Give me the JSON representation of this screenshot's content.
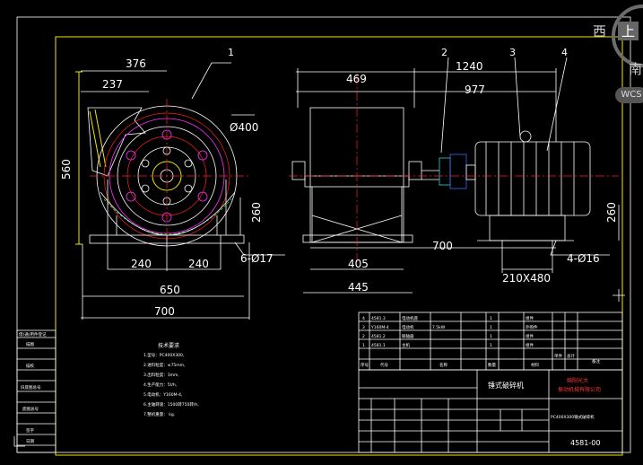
{
  "dimensions": {
    "side_view": {
      "d376": "376",
      "d237": "237",
      "d560": "560",
      "d400": "Ø400",
      "d260": "260",
      "d240a": "240",
      "d240b": "240",
      "d6017": "6-Ø17",
      "d650": "650",
      "d700": "700"
    },
    "front_view": {
      "d469": "469",
      "d1240": "1240",
      "d977": "977",
      "d260": "260",
      "d700": "700",
      "d405": "405",
      "d445": "445",
      "d210x480": "210X480",
      "d4016": "4-Ø16"
    }
  },
  "balloons": [
    "1",
    "2",
    "3",
    "4"
  ],
  "tech_requirements": {
    "title": "技术要求",
    "lines": [
      "1.型号：PC400X300,",
      "2.进料粒度：≤75mm,",
      "3.出料粒度：3mm,",
      "4.生产能力：5t/h,",
      "5.电动机：Y160M-4,",
      "6.主轴转速：1500转750转/h,",
      "7.整机重量：  kg."
    ]
  },
  "bom": [
    {
      "no": "4",
      "code": "4581.3",
      "name": "电动机座",
      "qty": "1",
      "mat": "组件"
    },
    {
      "no": "3",
      "code": "Y160M-4",
      "name": "电动机",
      "spec": "7.5kW",
      "qty": "1",
      "mat": "外购件"
    },
    {
      "no": "2",
      "code": "4581.2",
      "name": "联轴器",
      "qty": "1",
      "mat": "组件"
    },
    {
      "no": "1",
      "code": "4581.1",
      "name": "主机",
      "qty": "1",
      "mat": "组件"
    }
  ],
  "bom_header": [
    "序号",
    "代号",
    "名称",
    "数量",
    "材料",
    "单件",
    "总计",
    "备注"
  ],
  "title_block": {
    "product_name": "锤式破碎机",
    "company_line1": "绵阳光大",
    "company_line2": "振动机械有限公司",
    "model": "PC400X300锤式破碎机",
    "drawing_no": "4581-00"
  },
  "left_strip": [
    "借(通)用件登记",
    "描图",
    "描校",
    "旧底图总号",
    "底图总号",
    "签字",
    "日期"
  ],
  "compass": {
    "north": "西",
    "label2": "上",
    "south": "南",
    "wcs": "WCS"
  }
}
